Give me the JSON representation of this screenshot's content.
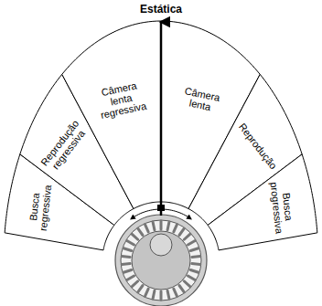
{
  "diagram": {
    "nodes": [
      {
        "text": [
          "Busca regressiva"
        ]
      },
      {
        "text": [
          "Reprodução regressiva"
        ]
      },
      {
        "text": [
          "Câmera lenta regressiva"
        ]
      },
      {
        "text": [
          "Câmera lenta"
        ]
      },
      {
        "text": [
          "Reprodução"
        ]
      },
      {
        "text": [
          "Busca progressiva"
        ]
      }
    ],
    "labels": [
      "Estática"
    ]
  }
}
